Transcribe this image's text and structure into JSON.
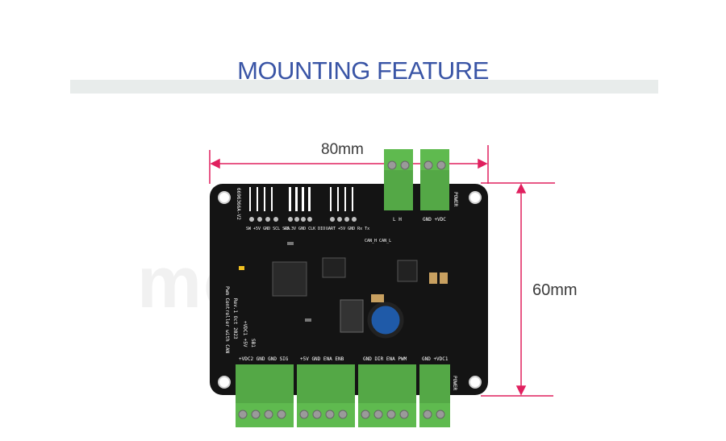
{
  "title": "MOUNTING FEATURE",
  "dimensions": {
    "width_label": "80mm",
    "height_label": "60mm"
  },
  "watermark": "mo      nk",
  "board": {
    "colors": {
      "pcb": "#141414",
      "terminal": "#5fba4f",
      "terminal_dark": "#3e8f3a",
      "dimension_line": "#e0205f",
      "capacitor": "#1f5aa8"
    },
    "silkscreen": {
      "part_number": "6696366A-V2",
      "top_header": "SW  +5V GND SCL SDA",
      "pins_3v3": "+3.3V GND CLK DIO",
      "uart": "UART +5V GND Rx Tx",
      "can": "CAN_H CAN_L",
      "can_lh": "L  H",
      "power_top": "POWER",
      "gnd_vdc": "GND +VDC",
      "board_name": "Pwm Controller with CAN",
      "revision": "Rev.1  Oct 2023",
      "vdc1": "+VDC1  +5V",
      "sb1": "SB1",
      "bottom_labels": [
        "+VDC2 GND GND SIG",
        "+5V GND ENA ENB",
        "GND DIR ENA PWM",
        "GND +VDC1"
      ],
      "power_bottom": "POWER"
    }
  }
}
